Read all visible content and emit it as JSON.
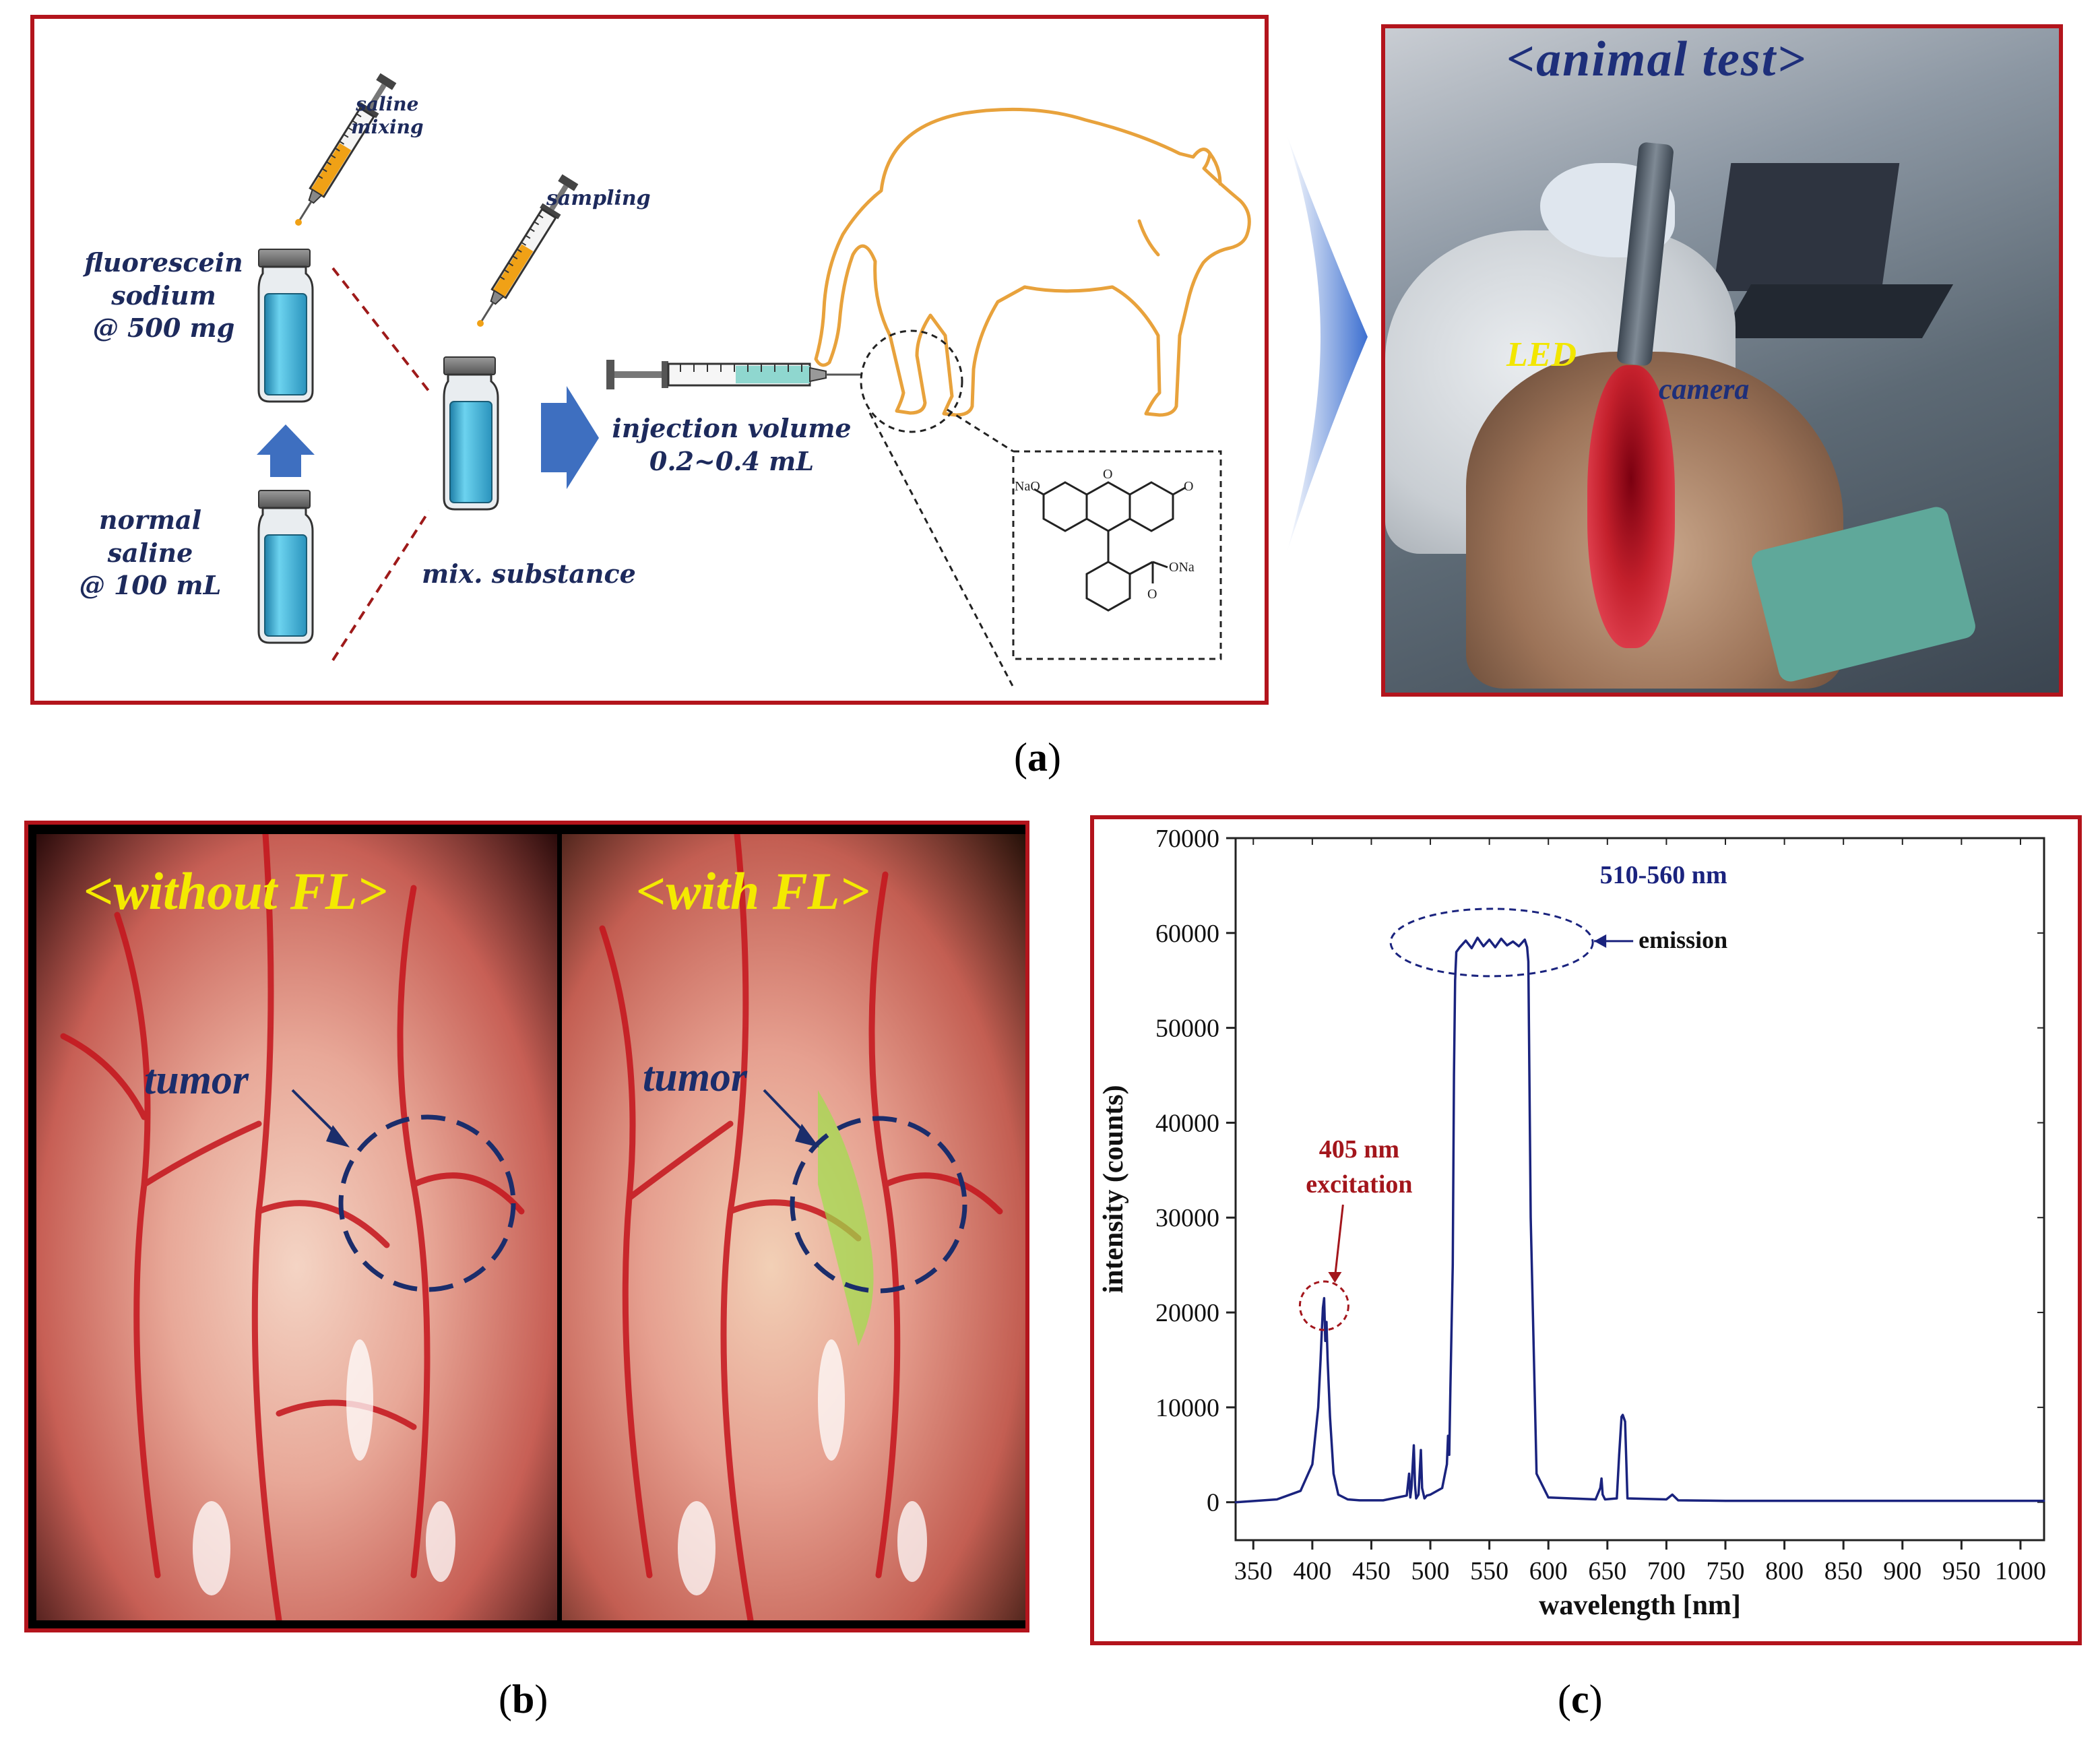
{
  "panel_a": {
    "caption": "a",
    "labels": {
      "saline_mixing": "saline\nmixing",
      "sampling": "sampling",
      "fluorescein": "fluorescein\nsodium\n@ 500 mg",
      "normal_saline": "normal\nsaline\n@ 100 mL",
      "mix_substance": "mix. substance",
      "injection": "injection volume\n0.2~0.4 mL"
    },
    "structure_atoms": {
      "nao": "NaO",
      "o": "O",
      "ona": "ONa"
    },
    "photo": {
      "title": "<animal test>",
      "led": "LED",
      "camera": "camera"
    }
  },
  "panel_b": {
    "caption": "b",
    "left_title": "<without FL>",
    "right_title": "<with FL>",
    "tumor_left": "tumor",
    "tumor_right": "tumor"
  },
  "panel_c": {
    "caption": "c",
    "annotations": {
      "excitation_nm": "405 nm",
      "excitation": "excitation",
      "emission_nm": "510-560 nm",
      "emission": "emission"
    }
  },
  "colors": {
    "frame": "#b3141c",
    "spectrum": "#1a237e",
    "label_navy": "#1d2a5c",
    "annotation_red": "#a3161c"
  },
  "chart_data": {
    "type": "line",
    "title": "",
    "xlabel": "wavelength [nm]",
    "ylabel": "intensity (counts)",
    "xlim": [
      335,
      1020
    ],
    "ylim": [
      -4000,
      70000
    ],
    "x_ticks": [
      350,
      400,
      450,
      500,
      550,
      600,
      650,
      700,
      750,
      800,
      850,
      900,
      950,
      1000
    ],
    "y_ticks": [
      0,
      10000,
      20000,
      30000,
      40000,
      50000,
      60000,
      70000
    ],
    "grid": false,
    "series": [
      {
        "x": [
          335,
          370,
          390,
          400,
          405,
          407,
          408,
          409,
          410,
          411,
          412,
          413,
          415,
          418,
          422,
          430,
          440,
          460,
          480,
          482,
          483,
          484,
          486,
          487,
          488,
          490,
          492,
          493,
          495,
          497,
          500,
          510,
          514,
          515,
          516,
          517,
          519,
          520,
          521,
          522,
          525,
          530,
          535,
          540,
          545,
          550,
          555,
          560,
          565,
          570,
          575,
          580,
          582,
          583,
          585,
          590,
          600,
          640,
          644,
          645,
          646,
          648,
          658,
          660,
          662,
          663,
          665,
          667,
          700,
          705,
          710,
          750,
          800,
          850,
          900,
          950,
          1000,
          1020
        ],
        "y": [
          0,
          300,
          1200,
          4000,
          10000,
          15000,
          18000,
          20500,
          21500,
          17000,
          19000,
          15000,
          9000,
          3000,
          800,
          300,
          200,
          200,
          700,
          3000,
          500,
          1500,
          6000,
          1800,
          400,
          800,
          5500,
          1500,
          400,
          700,
          800,
          1500,
          4000,
          7000,
          5000,
          12000,
          25000,
          45000,
          55000,
          58000,
          58500,
          59200,
          58400,
          59500,
          58600,
          59300,
          58500,
          59400,
          58700,
          59100,
          58600,
          59300,
          58500,
          57000,
          30000,
          3000,
          500,
          300,
          1500,
          2500,
          800,
          300,
          400,
          5000,
          9000,
          9200,
          8500,
          400,
          300,
          800,
          200,
          150,
          150,
          150,
          150,
          150,
          150,
          150
        ]
      }
    ]
  }
}
